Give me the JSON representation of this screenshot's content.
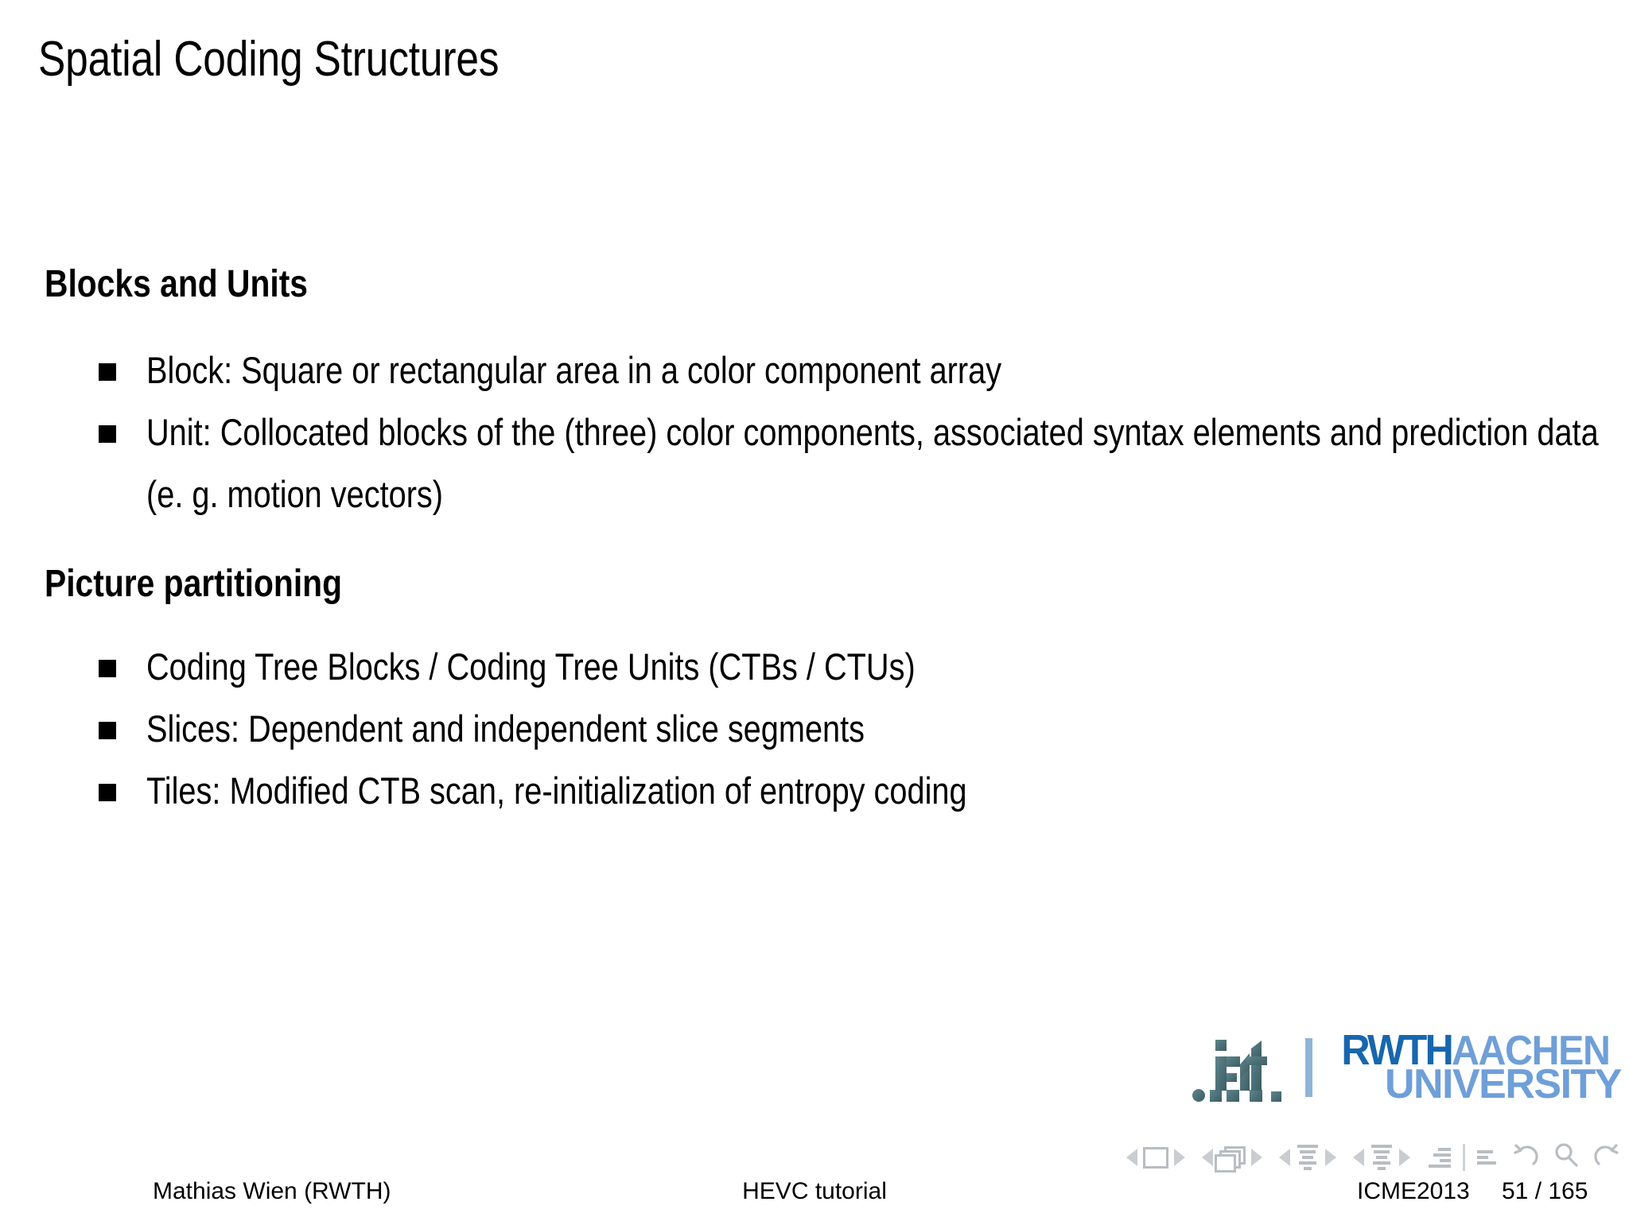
{
  "slide": {
    "title": "Spatial Coding Structures",
    "sections": [
      {
        "heading": "Blocks and Units",
        "bullets": [
          "Block: Square or rectangular area in a color component array",
          "Unit: Collocated blocks of the (three) color components, associated syntax elements and prediction data (e. g. motion vectors)"
        ]
      },
      {
        "heading": "Picture partitioning",
        "bullets": [
          "Coding Tree Blocks / Coding Tree Units (CTBs / CTUs)",
          "Slices: Dependent and independent slice segments",
          "Tiles: Modified CTB scan, re-initialization of entropy coding"
        ]
      }
    ]
  },
  "logos": {
    "ient": ".IENT",
    "rwth_dark": "RWTH",
    "rwth_light": "AACHEN",
    "rwth_line2": "UNIVERSITY",
    "colors": {
      "rwth_dark_blue": "#1767ae",
      "rwth_light_blue": "#6f9fd8",
      "ient_teal": "#4d7a80",
      "nav_gray": "#b9bdc2"
    }
  },
  "navigation": {
    "items": [
      "prev-frame",
      "frame",
      "next-frame",
      "prev-slide",
      "slides",
      "next-slide",
      "prev-subsection",
      "subsection",
      "next-subsection",
      "prev-section",
      "section",
      "next-section",
      "toc",
      "doc",
      "back",
      "search",
      "forward"
    ]
  },
  "footer": {
    "author": "Mathias Wien  (RWTH)",
    "subject": "HEVC tutorial",
    "conference": "ICME2013",
    "page": "51 / 165"
  }
}
